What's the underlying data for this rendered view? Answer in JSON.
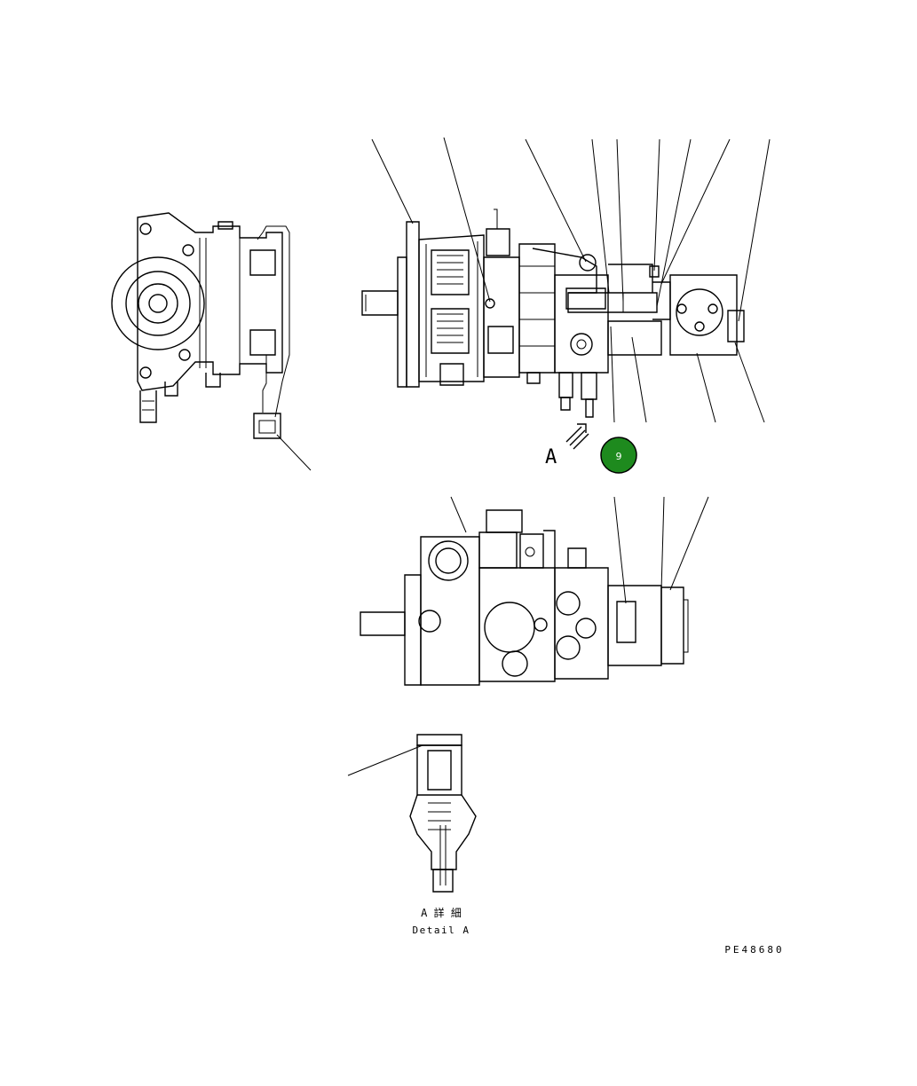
{
  "diagram": {
    "view_arrow_label": "A",
    "highlight_callout": {
      "number": "9",
      "color": "#1e8a1e"
    },
    "detail_caption_jp": "A 詳 細",
    "detail_caption_en": "Detail A",
    "drawing_number": "PE48680"
  }
}
